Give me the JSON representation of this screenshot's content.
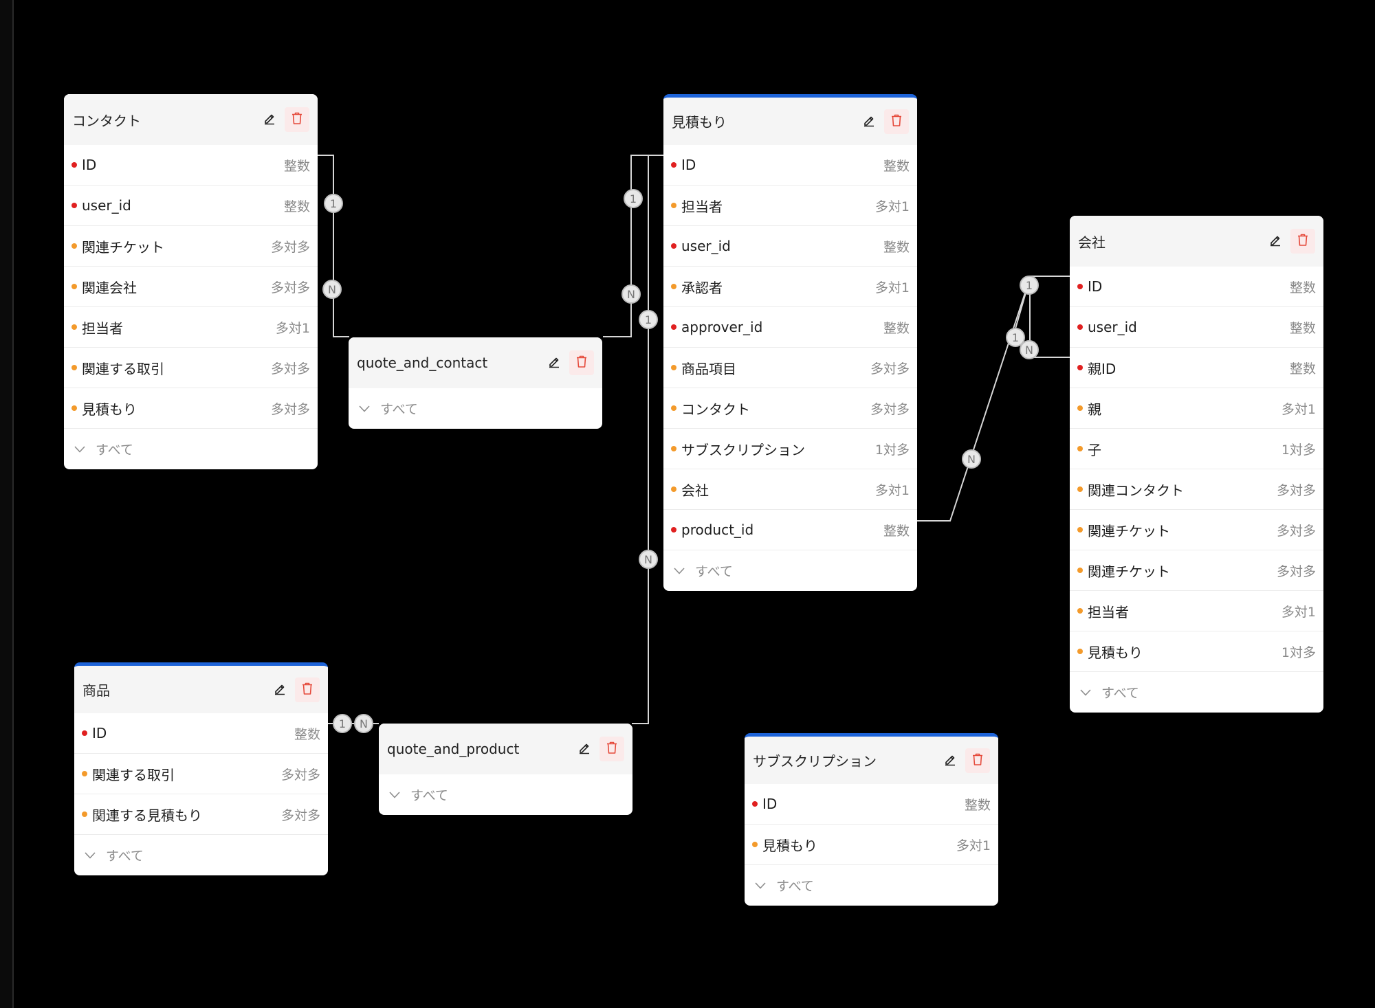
{
  "colors": {
    "pk": "#e02020",
    "rel": "#f39a2b",
    "accent": "#1d63d8",
    "delete": "#e5493a",
    "connector": "#d7d7d7"
  },
  "icons": {
    "edit": "pencil-icon",
    "delete": "trash-icon",
    "expand": "chevron-down-icon"
  },
  "cards": {
    "contact": {
      "title": "コンタクト",
      "fields": [
        {
          "name": "ID",
          "type": "整数",
          "kind": "pk"
        },
        {
          "name": "user_id",
          "type": "整数",
          "kind": "pk"
        },
        {
          "name": "関連チケット",
          "type": "多対多",
          "kind": "rel"
        },
        {
          "name": "関連会社",
          "type": "多対多",
          "kind": "rel"
        },
        {
          "name": "担当者",
          "type": "多対1",
          "kind": "rel"
        },
        {
          "name": "関連する取引",
          "type": "多対多",
          "kind": "rel"
        },
        {
          "name": "見積もり",
          "type": "多対多",
          "kind": "rel"
        }
      ],
      "all_label": "すべて"
    },
    "quote_and_contact": {
      "title": "quote_and_contact",
      "fields": [],
      "all_label": "すべて"
    },
    "quote": {
      "title": "見積もり",
      "fields": [
        {
          "name": "ID",
          "type": "整数",
          "kind": "pk"
        },
        {
          "name": "担当者",
          "type": "多対1",
          "kind": "rel"
        },
        {
          "name": "user_id",
          "type": "整数",
          "kind": "pk"
        },
        {
          "name": "承認者",
          "type": "多対1",
          "kind": "rel"
        },
        {
          "name": "approver_id",
          "type": "整数",
          "kind": "pk"
        },
        {
          "name": "商品項目",
          "type": "多対多",
          "kind": "rel"
        },
        {
          "name": "コンタクト",
          "type": "多対多",
          "kind": "rel"
        },
        {
          "name": "サブスクリプション",
          "type": "1対多",
          "kind": "rel"
        },
        {
          "name": "会社",
          "type": "多対1",
          "kind": "rel"
        },
        {
          "name": "product_id",
          "type": "整数",
          "kind": "pk"
        }
      ],
      "all_label": "すべて"
    },
    "company": {
      "title": "会社",
      "fields": [
        {
          "name": "ID",
          "type": "整数",
          "kind": "pk"
        },
        {
          "name": "user_id",
          "type": "整数",
          "kind": "pk"
        },
        {
          "name": "親ID",
          "type": "整数",
          "kind": "pk"
        },
        {
          "name": "親",
          "type": "多対1",
          "kind": "rel"
        },
        {
          "name": "子",
          "type": "1対多",
          "kind": "rel"
        },
        {
          "name": "関連コンタクト",
          "type": "多対多",
          "kind": "rel"
        },
        {
          "name": "関連チケット",
          "type": "多対多",
          "kind": "rel"
        },
        {
          "name": "関連チケット",
          "type": "多対多",
          "kind": "rel"
        },
        {
          "name": "担当者",
          "type": "多対1",
          "kind": "rel"
        },
        {
          "name": "見積もり",
          "type": "1対多",
          "kind": "rel"
        }
      ],
      "all_label": "すべて"
    },
    "product": {
      "title": "商品",
      "fields": [
        {
          "name": "ID",
          "type": "整数",
          "kind": "pk"
        },
        {
          "name": "関連する取引",
          "type": "多対多",
          "kind": "rel"
        },
        {
          "name": "関連する見積もり",
          "type": "多対多",
          "kind": "rel"
        }
      ],
      "all_label": "すべて"
    },
    "quote_and_product": {
      "title": "quote_and_product",
      "fields": [],
      "all_label": "すべて"
    },
    "subscription": {
      "title": "サブスクリプション",
      "fields": [
        {
          "name": "ID",
          "type": "整数",
          "kind": "pk"
        },
        {
          "name": "見積もり",
          "type": "多対1",
          "kind": "rel"
        }
      ],
      "all_label": "すべて"
    }
  },
  "cardinality": {
    "one": "1",
    "many": "N"
  }
}
